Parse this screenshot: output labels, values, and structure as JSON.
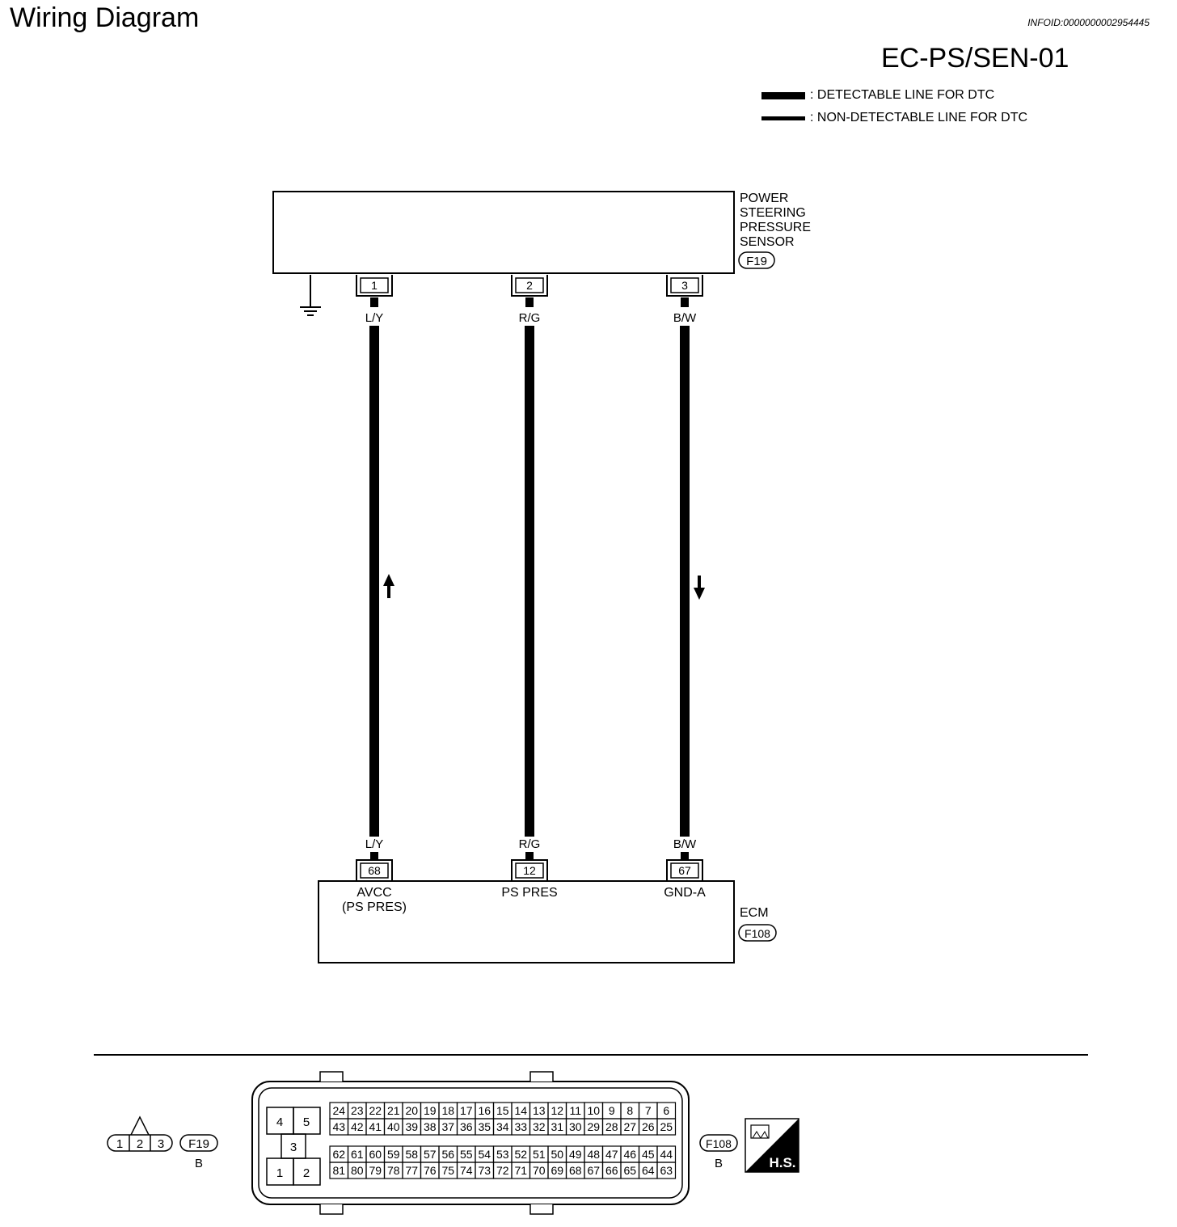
{
  "header": {
    "title": "Wiring Diagram",
    "info_id": "INFOID:0000000002954445",
    "diagram_code": "EC-PS/SEN-01"
  },
  "legend": {
    "detectable": ": DETECTABLE LINE FOR DTC",
    "non_detectable": ": NON-DETECTABLE LINE FOR DTC"
  },
  "sensor": {
    "name_lines": [
      "POWER",
      "STEERING",
      "PRESSURE",
      "SENSOR"
    ],
    "connector": "F19"
  },
  "ecm": {
    "name": "ECM",
    "connector": "F108"
  },
  "wires": [
    {
      "sensor_pin": "1",
      "color": "L/Y",
      "ecm_pin": "68",
      "terminal_lines": [
        "AVCC",
        "(PS PRES)"
      ],
      "arrow": "up"
    },
    {
      "sensor_pin": "2",
      "color": "R/G",
      "ecm_pin": "12",
      "terminal_lines": [
        "PS PRES"
      ],
      "arrow": "none"
    },
    {
      "sensor_pin": "3",
      "color": "B/W",
      "ecm_pin": "67",
      "terminal_lines": [
        "GND-A"
      ],
      "arrow": "down"
    }
  ],
  "connector_views": {
    "f19": {
      "pins": [
        "1",
        "2",
        "3"
      ],
      "label": "F19",
      "color_code": "B"
    },
    "f108": {
      "label": "F108",
      "color_code": "B",
      "small_block": {
        "top": [
          "4",
          "5"
        ],
        "middle": "3",
        "bottom": [
          "1",
          "2"
        ]
      },
      "rows": [
        [
          "24",
          "23",
          "22",
          "21",
          "20",
          "19",
          "18",
          "17",
          "16",
          "15",
          "14",
          "13",
          "12",
          "11",
          "10",
          "9",
          "8",
          "7",
          "6"
        ],
        [
          "43",
          "42",
          "41",
          "40",
          "39",
          "38",
          "37",
          "36",
          "35",
          "34",
          "33",
          "32",
          "31",
          "30",
          "29",
          "28",
          "27",
          "26",
          "25"
        ],
        [
          "62",
          "61",
          "60",
          "59",
          "58",
          "57",
          "56",
          "55",
          "54",
          "53",
          "52",
          "51",
          "50",
          "49",
          "48",
          "47",
          "46",
          "45",
          "44"
        ],
        [
          "81",
          "80",
          "79",
          "78",
          "77",
          "76",
          "75",
          "74",
          "73",
          "72",
          "71",
          "70",
          "69",
          "68",
          "67",
          "66",
          "65",
          "64",
          "63"
        ]
      ]
    },
    "hs_badge": "H.S."
  }
}
